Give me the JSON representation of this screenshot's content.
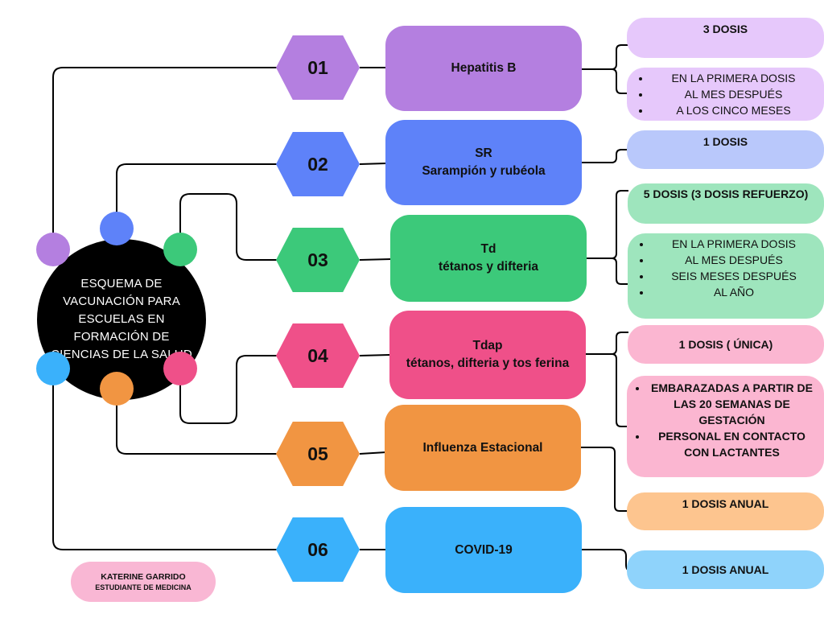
{
  "center_title": "ESQUEMA DE VACUNACIÓN PARA ESCUELAS EN FORMACIÓN DE CIENCIAS DE LA SALUD",
  "vaccines": [
    {
      "num": "01",
      "name_line1": "Hepatitis B",
      "name_line2": "",
      "info_title": "3 DOSIS",
      "info_items": [
        "EN LA PRIMERA DOSIS",
        "AL MES DESPUÉS",
        "A LOS CINCO MESES"
      ],
      "colors": {
        "hex": "#b47fe0",
        "box": "#b47fe0",
        "info": "#e6c8fb"
      }
    },
    {
      "num": "02",
      "name_line1": "SR",
      "name_line2": "Sarampión y rubéola",
      "info_title": "1 DOSIS",
      "colors": {
        "hex": "#5e82f9",
        "box": "#5e82f9",
        "info": "#b9c8fb"
      }
    },
    {
      "num": "03",
      "name_line1": "Td",
      "name_line2": "tétanos y difteria",
      "info_title": "5 DOSIS (3 DOSIS REFUERZO)",
      "info_items": [
        "EN LA PRIMERA DOSIS",
        "AL MES DESPUÉS",
        "SEIS MESES DESPUÉS",
        "AL AÑO"
      ],
      "colors": {
        "hex": "#3cc97a",
        "box": "#3cc97a",
        "info": "#9ee5bd"
      }
    },
    {
      "num": "04",
      "name_line1": "Tdap",
      "name_line2": "tétanos, difteria y tos ferina",
      "info_title": "1 DOSIS ( ÚNICA)",
      "info_items": [
        "EMBARAZADAS A PARTIR DE LAS 20 SEMANAS DE GESTACIÓN",
        "PERSONAL EN CONTACTO CON LACTANTES"
      ],
      "colors": {
        "hex": "#ef5089",
        "box": "#ef5089",
        "info": "#fbb6d1"
      }
    },
    {
      "num": "05",
      "name_line1": "Influenza Estacional",
      "name_line2": "",
      "info_title": "1 DOSIS ANUAL",
      "colors": {
        "hex": "#f19542",
        "box": "#f19542",
        "info": "#fdc58f"
      }
    },
    {
      "num": "06",
      "name_line1": "COVID-19",
      "name_line2": "",
      "info_title": "1 DOSIS ANUAL",
      "colors": {
        "hex": "#3ab1fb",
        "box": "#3ab1fb",
        "info": "#8fd3fb"
      }
    }
  ],
  "author": {
    "name": "KATERINE GARRIDO",
    "role": "ESTUDIANTE DE MEDICINA"
  },
  "colors": {
    "line": "#000000",
    "center_bg": "#000000",
    "center_text": "#ffffff"
  }
}
